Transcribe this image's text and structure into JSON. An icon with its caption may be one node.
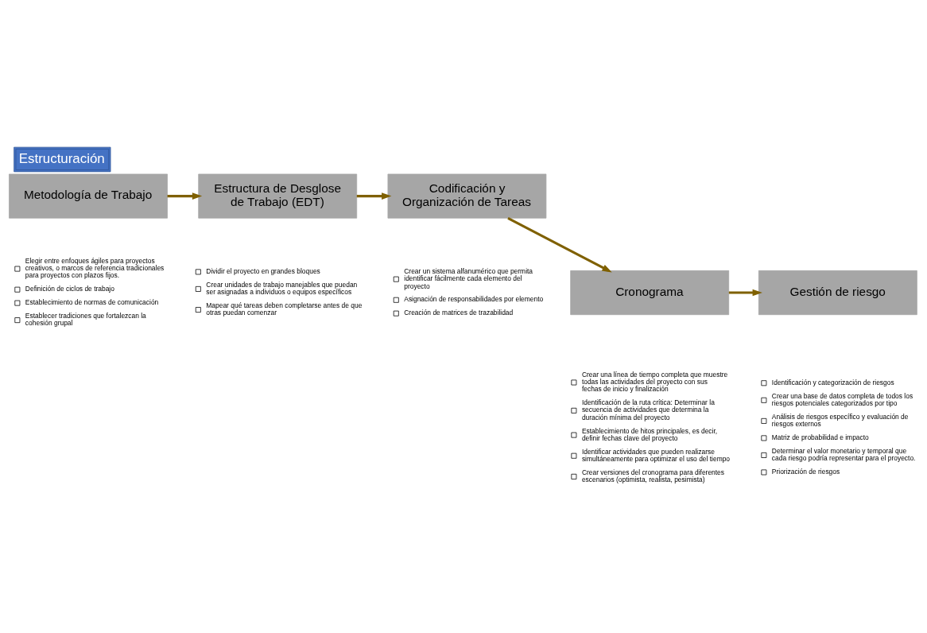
{
  "diagram": {
    "title": "Estructuración",
    "nodes": [
      {
        "text": [
          "Metodología de Trabajo"
        ],
        "beside": [
          "Elegir entre enfoques ágiles para proyectos creativos, o marcos de referencia tradicionales para proyectos con plazos fijos.",
          "Definición de ciclos de trabajo",
          "Establecimiento de normas de comunicación",
          "Establecer tradiciones que fortalezcan la cohesión grupal"
        ]
      },
      {
        "text": [
          "Estructura de Desglose de Trabajo (EDT)"
        ],
        "beside": [
          "Dividir el proyecto en grandes bloques",
          "Crear unidades de trabajo manejables que puedan ser asignadas a individuos o equipos específicos",
          "Mapear qué tareas deben completarse antes de que otras puedan comenzar"
        ]
      },
      {
        "text": [
          "Codificación y Organización de Tareas"
        ],
        "beside": [
          "Crear un sistema alfanumérico que permita identificar fácilmente cada elemento del proyecto",
          "Asignación de responsabilidades por elemento",
          "Creación de matrices de trazabilidad"
        ]
      },
      {
        "text": [
          "Cronograma"
        ],
        "beside": [
          "Crear una línea de tiempo completa que muestre todas las actividades del proyecto con sus fechas de inicio y finalización",
          "Identificación de la ruta crítica: Determinar la secuencia de actividades que determina la duración mínima del proyecto",
          "Establecimiento de hitos principales, es decir, definir fechas clave del proyecto",
          "Identificar actividades que pueden realizarse simultáneamente para optimizar el uso del tiempo",
          "Crear versiones del cronograma para diferentes escenarios (optimista, realista, pesimista)"
        ]
      },
      {
        "text": [
          "Gestión de riesgo"
        ],
        "beside": [
          "Identificación y categorización de riesgos",
          "Crear una base de datos completa de todos los riesgos potenciales categorizados por tipo",
          "Análisis de riesgos específico y evaluación de riesgos externos",
          "Matriz de probabilidad e impacto",
          "Determinar el valor monetario y temporal que cada riesgo podría representar para el proyecto.",
          "Priorización de riesgos"
        ]
      }
    ],
    "edges": [
      {
        "from": 0,
        "to": 1,
        "arrow": "to"
      },
      {
        "from": 1,
        "to": 2,
        "arrow": "to"
      },
      {
        "from": 2,
        "to": 3,
        "arrow": "to"
      },
      {
        "from": 3,
        "to": 4,
        "arrow": "to"
      }
    ]
  }
}
